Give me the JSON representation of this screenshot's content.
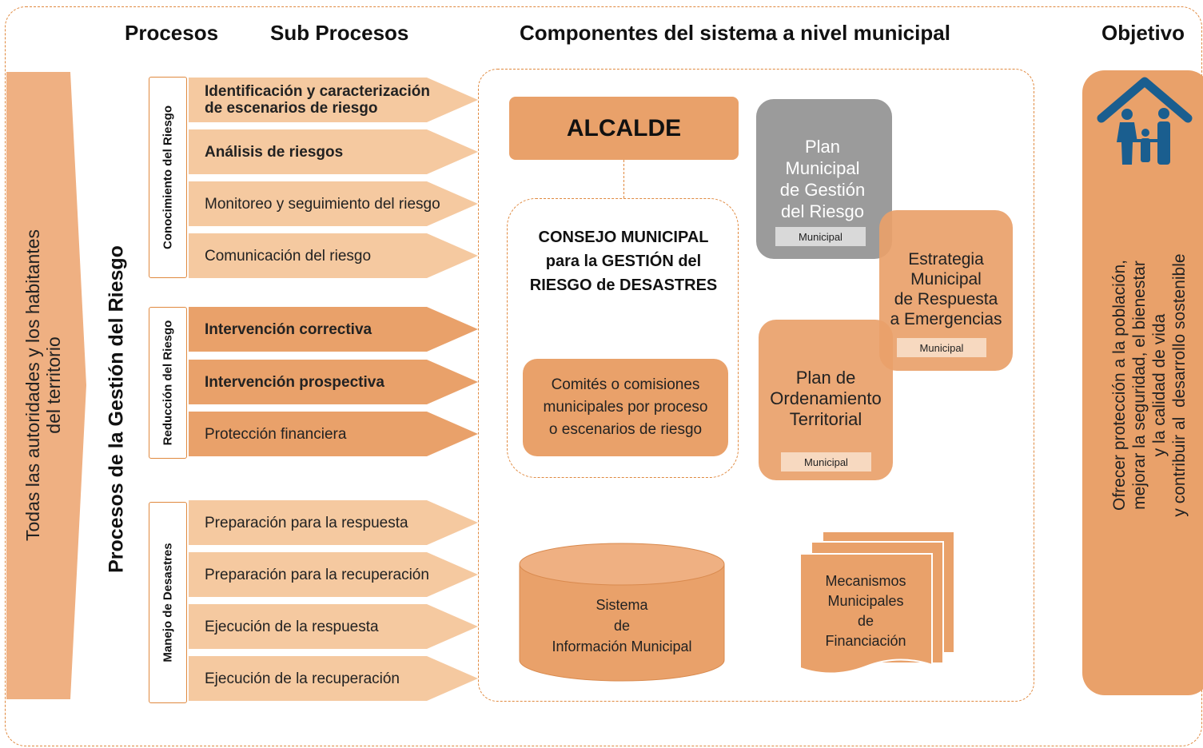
{
  "headers": {
    "procesos": "Procesos",
    "sub_procesos": "Sub Procesos",
    "componentes": "Componentes del sistema a nivel municipal",
    "objetivo": "Objetivo"
  },
  "left_arrow_text": "Todas las autoridades y los habitantes\ndel territorio",
  "process_title": "Procesos de la Gestión del Riesgo",
  "groups": [
    {
      "label": "Conocimiento del Riesgo",
      "items": [
        {
          "label": "Identificación y caracterización\nde escenarios de riesgo",
          "bold": true
        },
        {
          "label": "Análisis de riesgos",
          "bold": true
        },
        {
          "label": "Monitoreo y seguimiento del riesgo",
          "bold": false
        },
        {
          "label": "Comunicación del riesgo",
          "bold": false
        }
      ]
    },
    {
      "label": "Reducción del Riesgo",
      "items": [
        {
          "label": "Intervención correctiva",
          "bold": true
        },
        {
          "label": "Intervención prospectiva",
          "bold": true
        },
        {
          "label": "Protección financiera",
          "bold": false
        }
      ]
    },
    {
      "label": "Manejo de Desastres",
      "items": [
        {
          "label": "Preparación para la respuesta",
          "bold": false
        },
        {
          "label": "Preparación para la recuperación",
          "bold": false
        },
        {
          "label": "Ejecución de la respuesta",
          "bold": false
        },
        {
          "label": "Ejecución de la recuperación",
          "bold": false
        }
      ]
    }
  ],
  "components": {
    "alcalde": "ALCALDE",
    "consejo": "CONSEJO MUNICIPAL\npara la GESTIÓN del\nRIESGO de DESASTRES",
    "comites": "Comités o comisiones\nmunicipales por proceso\no escenarios de riesgo",
    "plan_gestion": "Plan\nMunicipal\nde Gestión\ndel Riesgo",
    "plan_gestion_tag": "Municipal",
    "estrategia": "Estrategia\nMunicipal\nde Respuesta\na Emergencias",
    "estrategia_tag": "Municipal",
    "plan_ordenamiento": "Plan de\nOrdenamiento\nTerritorial",
    "plan_ordenamiento_tag": "Municipal",
    "sistema_info": "Sistema\nde\nInformación Municipal",
    "mecanismos": "Mecanismos\nMunicipales\nde\nFinanciación"
  },
  "objetivo_text": "Ofrecer protección a la población,\nmejorar la seguridad, el bienestar\ny la calidad de vida\ny contribuir al  desarrollo sostenible",
  "colors": {
    "orange_dark": "#e9a16a",
    "orange_mid": "#efb082",
    "orange_light": "#f5c9a0",
    "gray": "#9b9b9b",
    "border": "#e0893f",
    "icon_blue": "#1a5e8f"
  }
}
